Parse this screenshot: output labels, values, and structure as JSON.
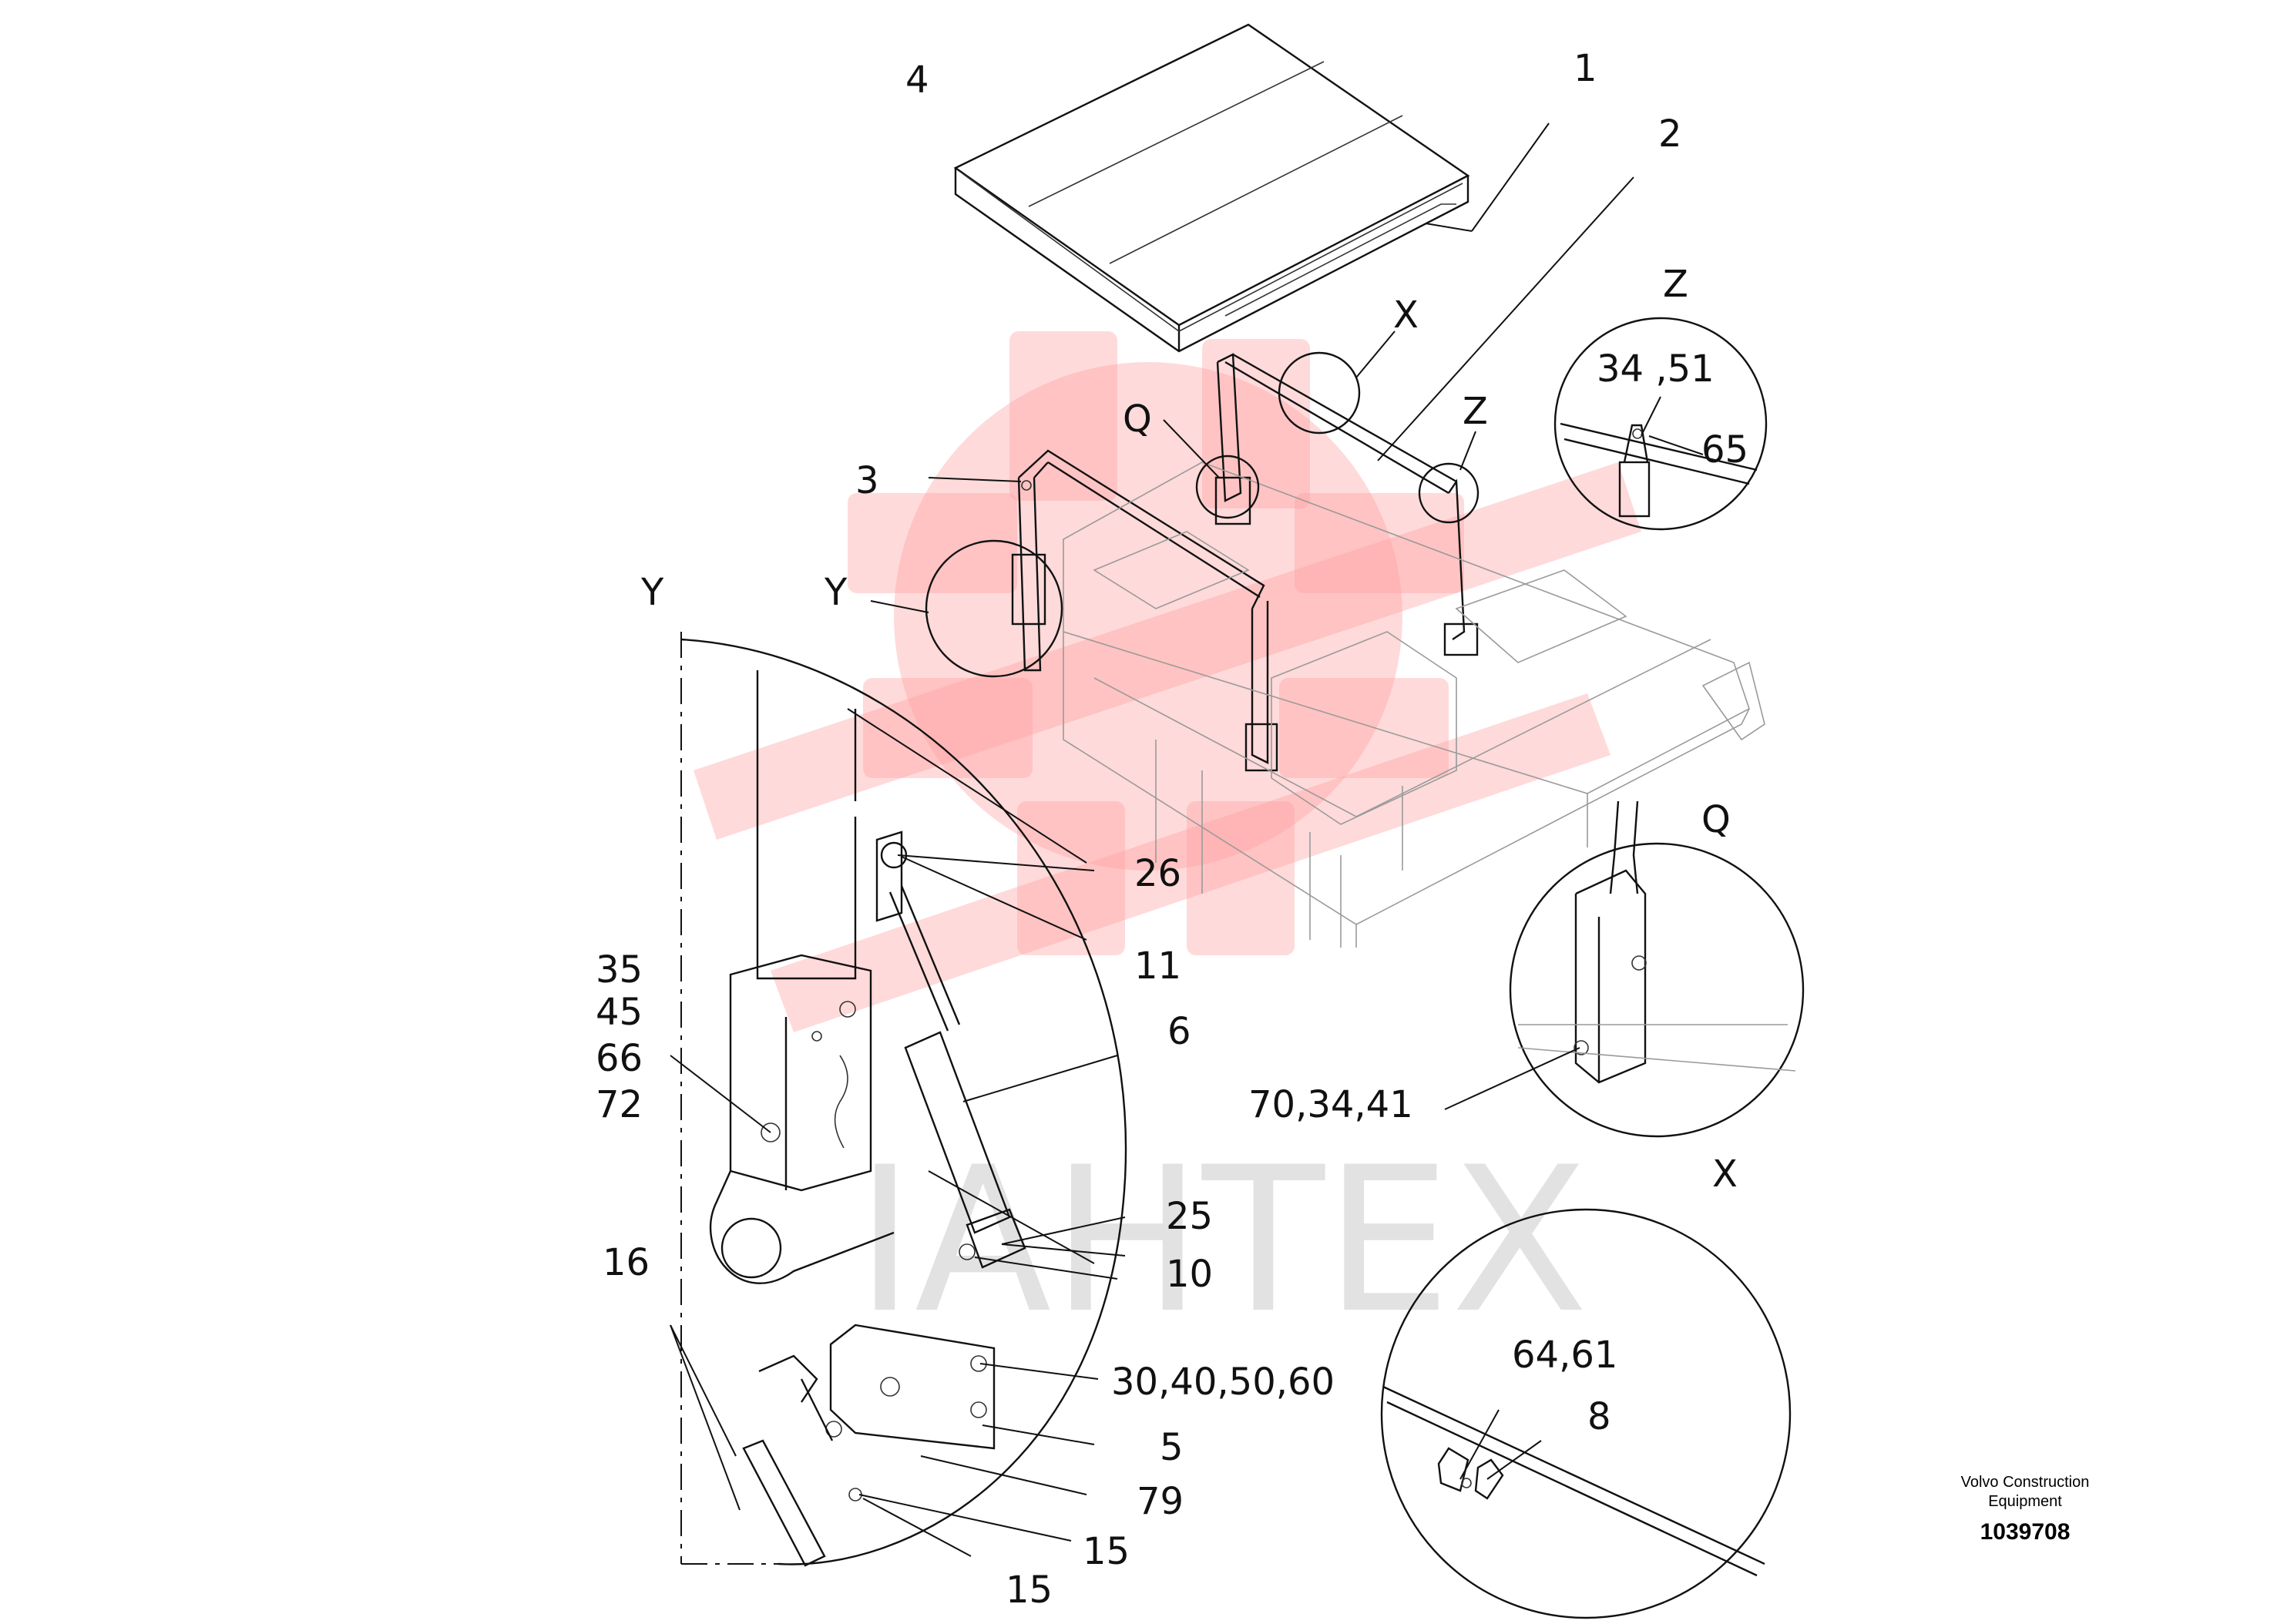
{
  "labels": {
    "part_4": "4",
    "part_1": "1",
    "part_2": "2",
    "view_x_marker": "X",
    "view_z_title": "Z",
    "view_z_marker": "Z",
    "part_q_marker": "Q",
    "part_3": "3",
    "view_y_marker": "Y",
    "view_y_title": "Y",
    "z_34_51": "34 ,51",
    "z_65": "65",
    "part_26": "26",
    "part_11": "11",
    "view_q_title": "Q",
    "part_6": "6",
    "stack_35": "35",
    "stack_45": "45",
    "stack_66": "66",
    "stack_72": "72",
    "q_70_34_41": "70,34,41",
    "view_x_title": "X",
    "part_25": "25",
    "part_10": "10",
    "part_16": "16",
    "part_30_40_50_60": "30,40,50,60",
    "x_64_61": "64,61",
    "x_8": "8",
    "part_5": "5",
    "part_79": "79",
    "part_15a": "15",
    "part_15b": "15"
  },
  "footer": {
    "brand_line1": "Volvo Construction",
    "brand_line2": "Equipment",
    "doc_number": "1039708"
  },
  "watermark": {
    "text": "IAHTEX",
    "color": "#ff9e9e"
  }
}
